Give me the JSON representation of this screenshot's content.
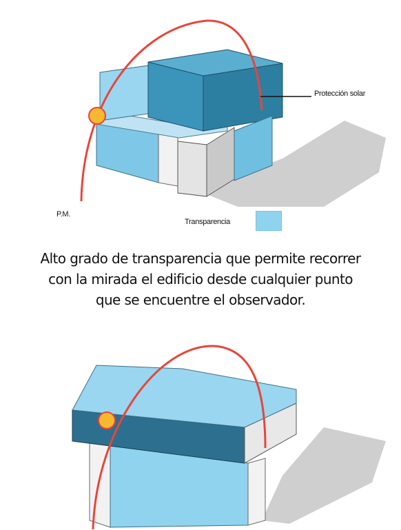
{
  "labels": {
    "sun_path": "P.M.",
    "transparency": "Transparencia",
    "solar_protection": "Protección solar"
  },
  "caption": {
    "line1": "Alto grado de transparencia que permite recorrer",
    "line2": "con la mirada el edificio desde cualquier punto",
    "line3": "que se encuentre el observador."
  },
  "colors": {
    "glass_light": "#8fd3ee",
    "glass_dark": "#2d7fa1",
    "sun_path": "#e8453c",
    "sun": "#f5b82e",
    "shadow": "#cfcfcf"
  }
}
